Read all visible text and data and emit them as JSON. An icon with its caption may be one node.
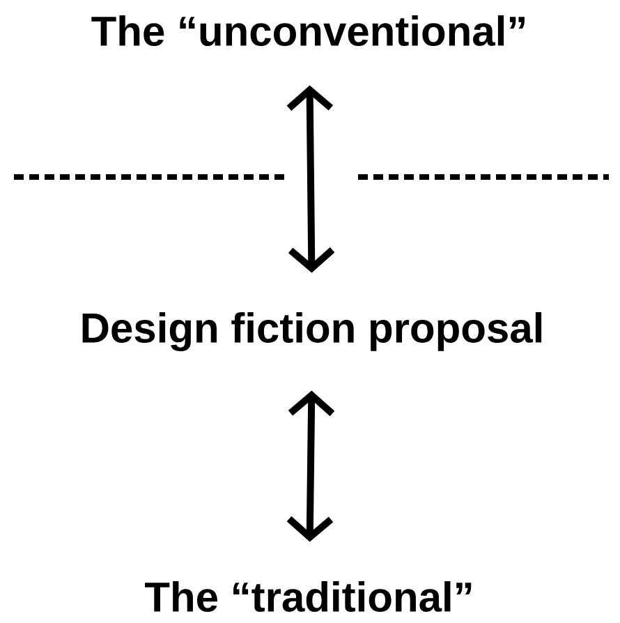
{
  "diagram": {
    "nodes": [
      {
        "text": [
          "The “unconventional”"
        ]
      },
      {
        "text": [
          "Design fiction proposal"
        ]
      },
      {
        "text": [
          "The “traditional”"
        ]
      }
    ],
    "edges": [
      {
        "from": 0,
        "to": 1,
        "arrow": "both"
      },
      {
        "from": 1,
        "to": 2,
        "arrow": "both"
      }
    ]
  }
}
